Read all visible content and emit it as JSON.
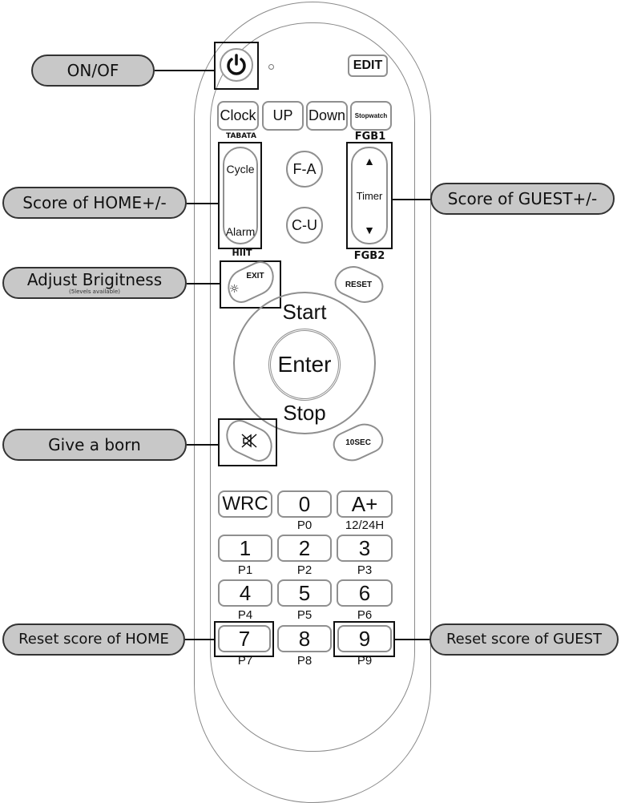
{
  "callouts": {
    "power": "ON/OF",
    "home_score": "Score of HOME+/-",
    "guest_score": "Score of GUEST+/-",
    "brightness": "Adjust Brigitness",
    "brightness_note": "(5levels available)",
    "horn": "Give a born",
    "reset_home": "Reset score of HOME",
    "reset_guest": "Reset score of GUEST"
  },
  "remote": {
    "edit": "EDIT",
    "top_row": [
      "Clock",
      "UP",
      "Down",
      "Stopwatch"
    ],
    "tabata": "TABATA",
    "fgb1": "FGB1",
    "fgb2": "FGB2",
    "hiit": "HIIT",
    "cycle": "Cycle",
    "alarm": "Alarm",
    "fa": "F-A",
    "cu": "C-U",
    "timer": "Timer",
    "up_arrow": "▲",
    "down_arrow": "▼",
    "exit": "EXIT",
    "reset": "RESET",
    "start": "Start",
    "enter": "Enter",
    "stop": "Stop",
    "ten_sec": "10SEC",
    "keypad": {
      "row0": [
        "WRC",
        "0",
        "A+"
      ],
      "row0_sub": [
        "",
        "P0",
        "12/24H"
      ],
      "row1": [
        "1",
        "2",
        "3"
      ],
      "row1_sub": [
        "P1",
        "P2",
        "P3"
      ],
      "row2": [
        "4",
        "5",
        "6"
      ],
      "row2_sub": [
        "P4",
        "P5",
        "P6"
      ],
      "row3": [
        "7",
        "8",
        "9"
      ],
      "row3_sub": [
        "P7",
        "P8",
        "P9"
      ]
    }
  },
  "icons": {
    "power": "power-icon",
    "brightness": "sun-icon",
    "mute": "speaker-mute-icon"
  }
}
